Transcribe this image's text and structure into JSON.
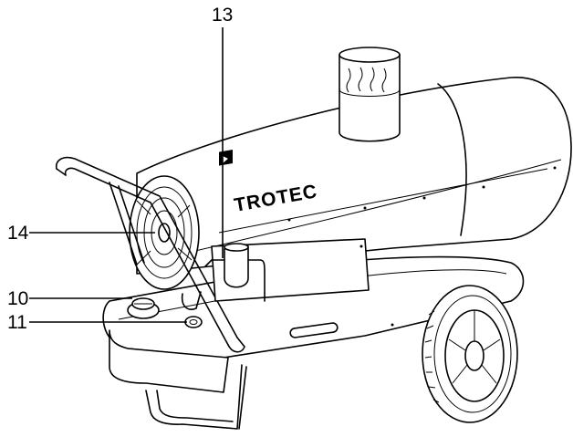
{
  "brand": {
    "logo_text": "TROTEC"
  },
  "callouts": {
    "c13": "13",
    "c14": "14",
    "c10": "10",
    "c11": "11"
  }
}
